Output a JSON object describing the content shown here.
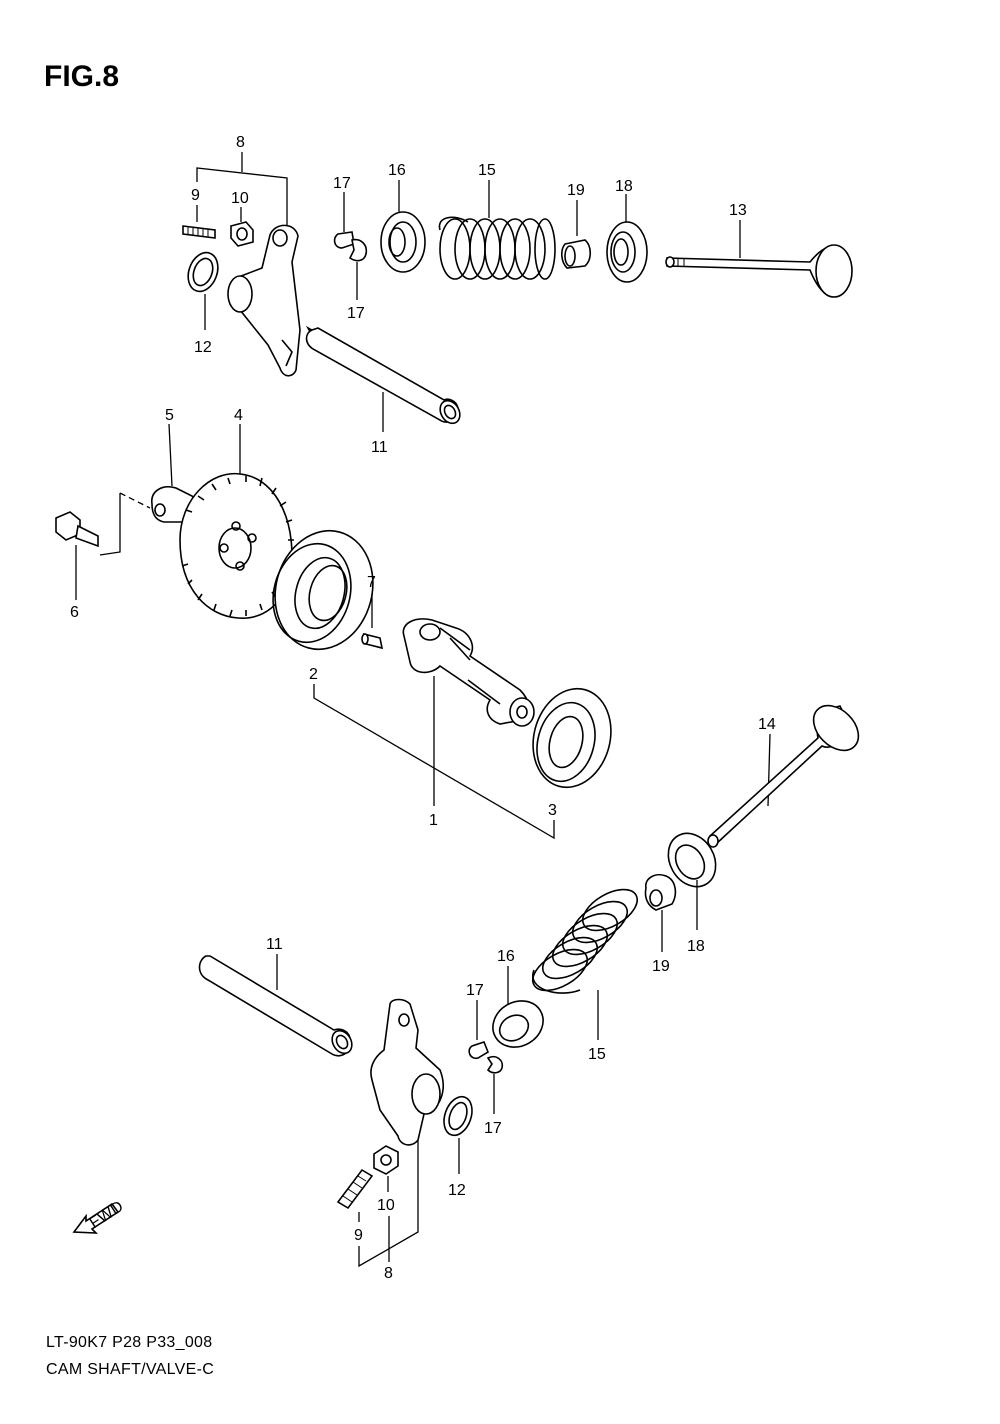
{
  "figure": {
    "title": "FIG.8"
  },
  "footer": {
    "line1": "LT-90K7  P28  P33_008",
    "line2": "CAM SHAFT/VALVE-C"
  },
  "fwd": {
    "label": "FWD"
  },
  "callouts": [
    {
      "id": "c8a",
      "text": "8"
    },
    {
      "id": "c9a",
      "text": "9"
    },
    {
      "id": "c10a",
      "text": "10"
    },
    {
      "id": "c12a",
      "text": "12"
    },
    {
      "id": "c17a",
      "text": "17"
    },
    {
      "id": "c17b",
      "text": "17"
    },
    {
      "id": "c16a",
      "text": "16"
    },
    {
      "id": "c15a",
      "text": "15"
    },
    {
      "id": "c19a",
      "text": "19"
    },
    {
      "id": "c18a",
      "text": "18"
    },
    {
      "id": "c13",
      "text": "13"
    },
    {
      "id": "c11a",
      "text": "11"
    },
    {
      "id": "c5",
      "text": "5"
    },
    {
      "id": "c4",
      "text": "4"
    },
    {
      "id": "c6",
      "text": "6"
    },
    {
      "id": "c7",
      "text": "7"
    },
    {
      "id": "c2",
      "text": "2"
    },
    {
      "id": "c1",
      "text": "1"
    },
    {
      "id": "c3",
      "text": "3"
    },
    {
      "id": "c14",
      "text": "14"
    },
    {
      "id": "c18b",
      "text": "18"
    },
    {
      "id": "c19b",
      "text": "19"
    },
    {
      "id": "c16b",
      "text": "16"
    },
    {
      "id": "c15b",
      "text": "15"
    },
    {
      "id": "c11b",
      "text": "11"
    },
    {
      "id": "c17c",
      "text": "17"
    },
    {
      "id": "c17d",
      "text": "17"
    },
    {
      "id": "c12b",
      "text": "12"
    },
    {
      "id": "c10b",
      "text": "10"
    },
    {
      "id": "c9b",
      "text": "9"
    },
    {
      "id": "c8b",
      "text": "8"
    }
  ]
}
